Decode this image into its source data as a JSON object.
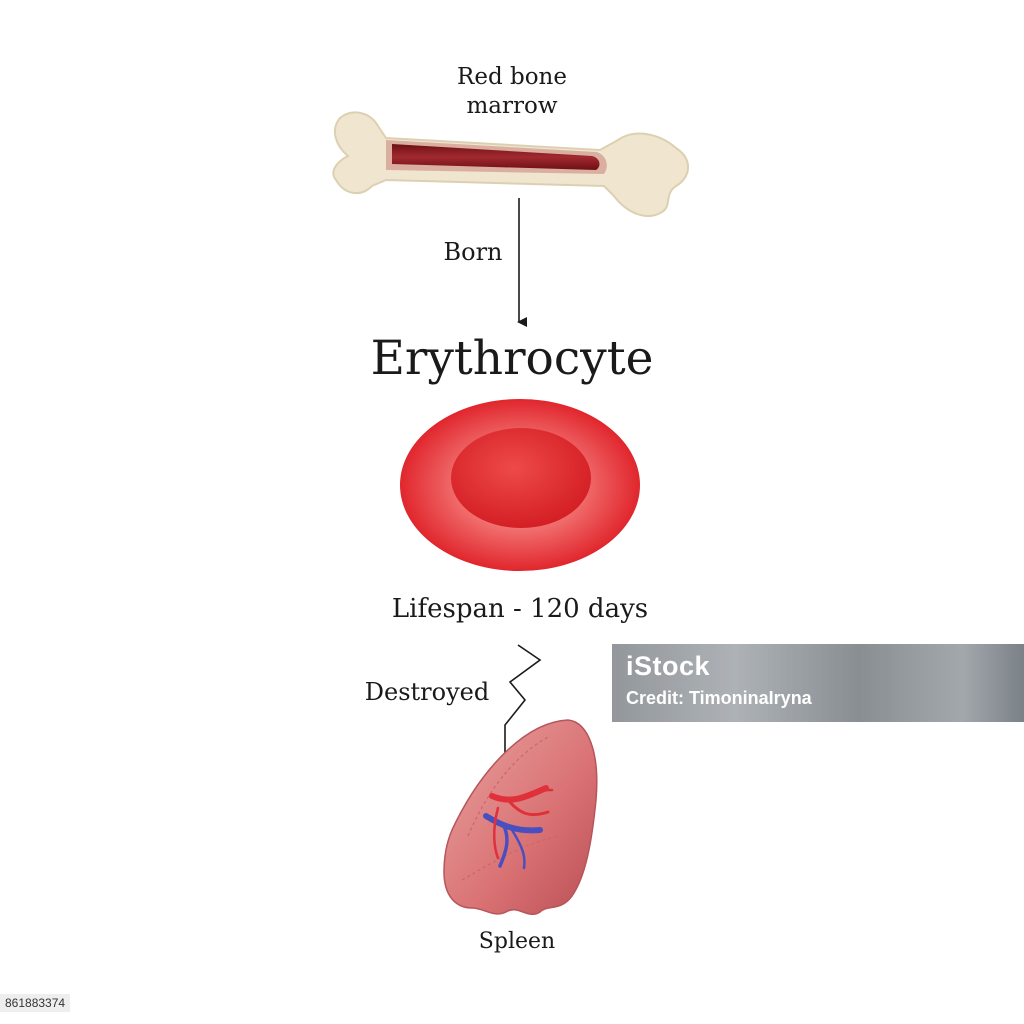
{
  "diagram": {
    "bone_label": "Red bone\nmarrow",
    "born_label": "Born",
    "title": "Erythrocyte",
    "lifespan_label": "Lifespan - 120 days",
    "destroyed_label": "Destroyed",
    "spleen_label": "Spleen"
  },
  "watermark": {
    "logo": "iStock",
    "credit": "Credit: TimoninaIryna"
  },
  "stock_id": "861883374",
  "icons": [
    "bone-icon",
    "red-blood-cell-icon",
    "spleen-icon",
    "arrow-down-icon",
    "zigzag-arrow-icon"
  ],
  "colors": {
    "bone": "#efe4cc",
    "marrow": "#8b1e22",
    "cell_outer": "#e8333a",
    "cell_center": "#d9252a",
    "spleen": "#d9787a",
    "artery": "#e0303a",
    "vein": "#4a4fbf"
  }
}
